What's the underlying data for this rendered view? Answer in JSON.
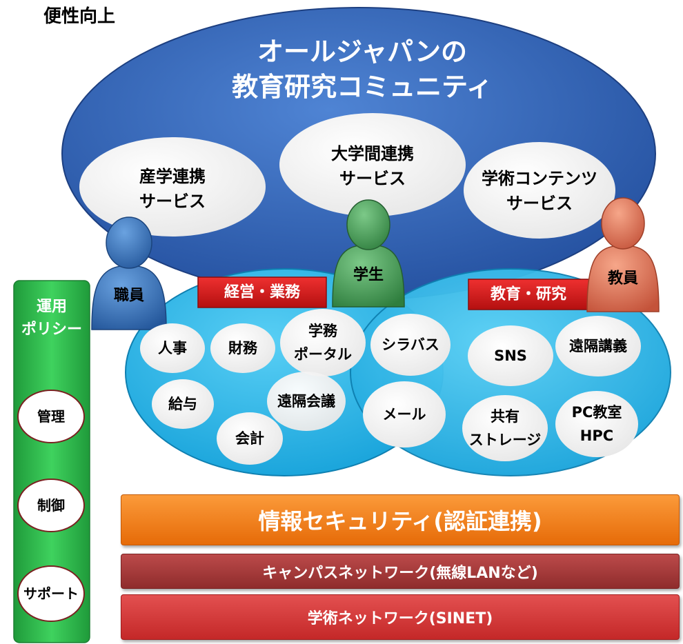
{
  "header": {
    "title": "便性向上"
  },
  "community": {
    "title_line1": "オールジャパンの",
    "title_line2": "教育研究コミュニティ",
    "services": [
      {
        "line1": "産学連携",
        "line2": "サービス"
      },
      {
        "line1": "大学間連携",
        "line2": "サービス"
      },
      {
        "line1": "学術コンテンツ",
        "line2": "サービス"
      }
    ]
  },
  "people": {
    "staff": "職員",
    "student": "学生",
    "faculty": "教員"
  },
  "banners": {
    "management": "経営・業務",
    "education": "教育・研究"
  },
  "business_items": {
    "hr": "人事",
    "finance": "財務",
    "portal_line1": "学務",
    "portal_line2": "ポータル",
    "payroll": "給与",
    "web_conference": "遠隔会議",
    "accounting": "会計"
  },
  "shared_items": {
    "syllabus": "シラバス",
    "mail": "メール"
  },
  "education_items": {
    "sns": "SNS",
    "remote_lecture": "遠隔講義",
    "storage_line1": "共有",
    "storage_line2": "ストレージ",
    "pc_line1": "PC教室",
    "pc_line2": "HPC"
  },
  "policy": {
    "title_line1": "運用",
    "title_line2": "ポリシー",
    "items": [
      "管理",
      "制御",
      "サポート"
    ]
  },
  "layers": {
    "security": "情報セキュリティ(認証連携)",
    "campus_network": "キャンパスネットワーク(無線LANなど)",
    "academic_network": "学術ネットワーク(SINET)"
  },
  "colors": {
    "community_blue": "#2f5fb0",
    "campus_cyan": "#22b6ec",
    "policy_green": "#2db84a",
    "banner_red": "#d81b1b",
    "security_orange": "#f07a12",
    "campus_net": "#a83a3a",
    "academic_net": "#d83a3a",
    "staff_person": "#3a78c0",
    "student_person": "#4aa55a",
    "faculty_person": "#e4785a"
  }
}
